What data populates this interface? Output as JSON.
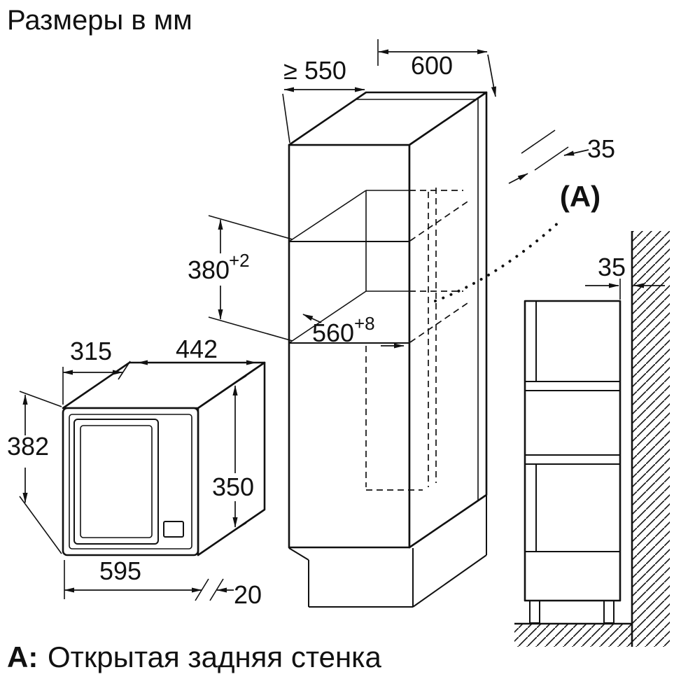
{
  "page": {
    "title": "Размеры в мм",
    "caption_prefix": "А:",
    "caption_text": "Открытая задняя стенка"
  },
  "dimensions": {
    "min_depth": "≥ 550",
    "cabinet_width": "600",
    "top_back_rim": "35",
    "view_ref": "(A)",
    "wall_gap": "35",
    "niche_height": "380",
    "niche_height_tol": "+2",
    "niche_width": "560",
    "niche_width_tol": "+8",
    "mw_depth": "315",
    "mw_top_width": "442",
    "mw_height": "382",
    "mw_body_height": "350",
    "mw_width": "595",
    "mw_overhang": "20"
  }
}
